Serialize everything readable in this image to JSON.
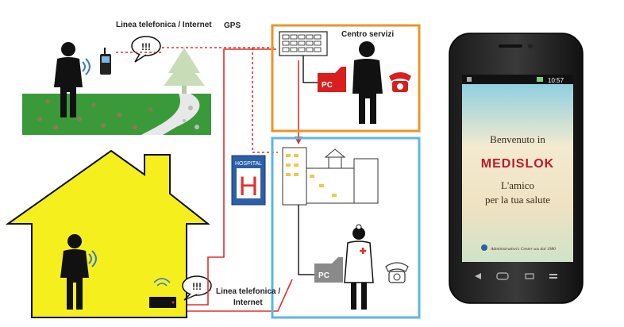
{
  "labels": {
    "top_link": "Linea telefonica /  Internet",
    "gps": "GPS",
    "alert": "!!!",
    "service_center": "Centro servizi",
    "pc": "PC",
    "hospital": "HOSPITAL",
    "hospital_letter": "H",
    "bottom_link_line1": "Linea telefonica /",
    "bottom_link_line2": "Internet"
  },
  "phone": {
    "time": "10:57",
    "welcome": "Benvenuto in",
    "brand": "MEDISLOK",
    "tagline_line1": "L'amico",
    "tagline_line2": "per la tua salute",
    "footer": "Administration's Center sas dal 1980"
  },
  "colors": {
    "service_box": "#e8962a",
    "hospital_box": "#5bb8e0",
    "house": "#f5ef1e",
    "grass": "#3a9a3a",
    "link_red": "#e03030",
    "pc_red": "#d81e1e",
    "hospital_sign": "#2b5fa8",
    "brand_red": "#c0182a"
  }
}
